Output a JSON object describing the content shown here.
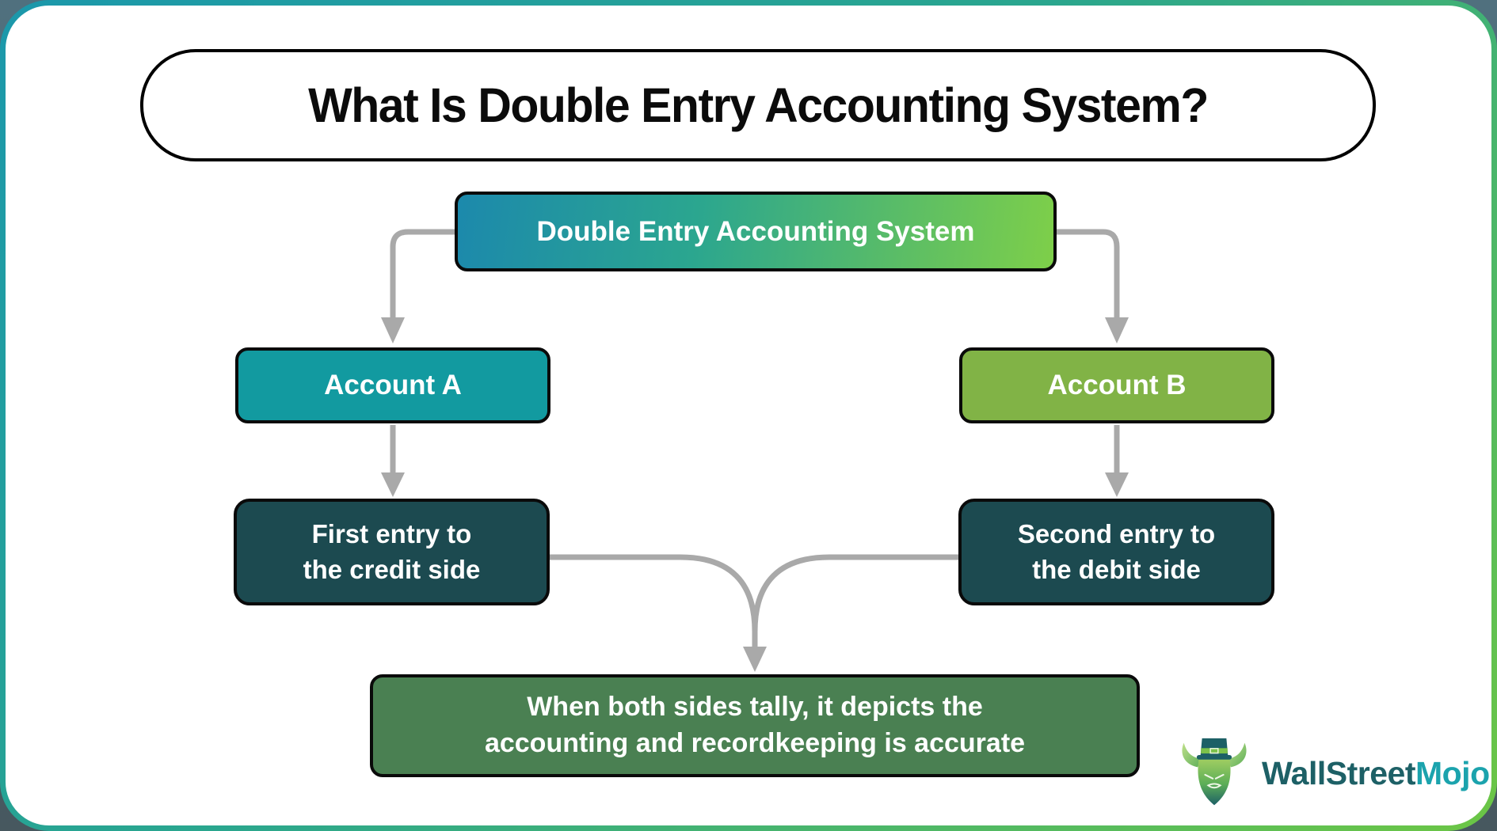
{
  "header": {
    "title": "What Is Double Entry Accounting System?"
  },
  "nodes": {
    "root": {
      "label": "Double Entry Accounting System"
    },
    "account_a": {
      "label": "Account A"
    },
    "account_b": {
      "label": "Account B"
    },
    "credit_entry": {
      "line1": "First entry to",
      "line2": "the credit side"
    },
    "debit_entry": {
      "line1": "Second entry to",
      "line2": "the debit side"
    },
    "conclusion": {
      "line1": "When both sides tally, it depicts the",
      "line2": "accounting and recordkeeping is accurate"
    }
  },
  "branding": {
    "wordmark_primary": "WallStreet",
    "wordmark_secondary": "Mojo",
    "mascot": "bull-with-top-hat"
  },
  "colors": {
    "frame_border_start": "#1b98ab",
    "frame_border_end": "#6cc645",
    "outer_background": "#4d6a76",
    "root_gradient_start": "#1c89ac",
    "root_gradient_end": "#7ecf49",
    "account_a_fill": "#129aa0",
    "account_b_fill": "#81b346",
    "entry_box_fill": "#1c4a50",
    "conclusion_fill": "#4a8052",
    "connector_gray": "#a9a9a9",
    "wordmark_primary_color": "#1d6066",
    "wordmark_secondary_color": "#1ba3ad"
  }
}
